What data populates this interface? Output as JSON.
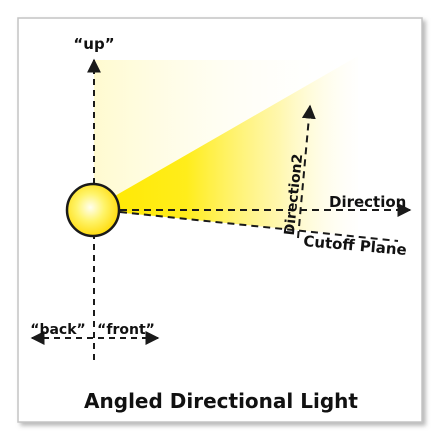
{
  "title": "Angled Directional Light",
  "labels": {
    "up": "“up”",
    "back": "“back”",
    "front": "“front”",
    "direction": "Direction",
    "direction2": "Direction2",
    "cutoff_plane": "Cutoff Plane"
  },
  "colors": {
    "light_yellow": "#ffe800",
    "light_core": "#fffde0",
    "light_outline": "#1a1a1a",
    "lines": "#1a1a1a",
    "frame_border": "#bdbdbd",
    "frame_shadow": "#9a9a9a"
  },
  "icons": {
    "light_source": "light-bulb-circle"
  }
}
